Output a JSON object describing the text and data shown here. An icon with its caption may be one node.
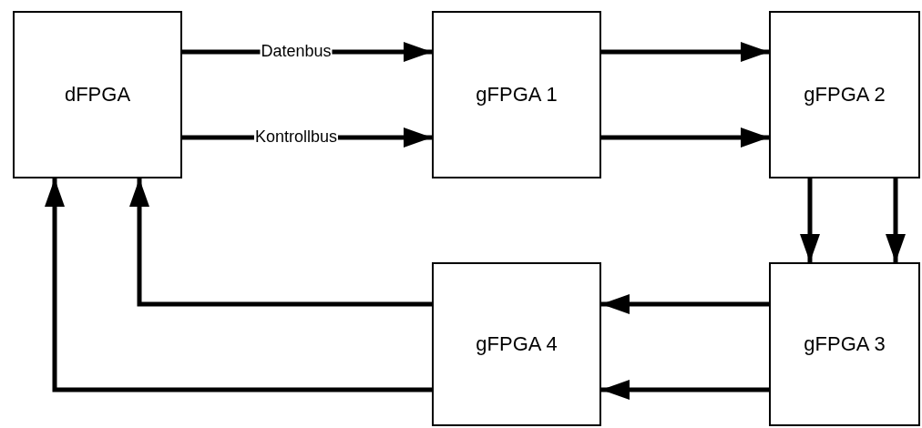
{
  "diagram": {
    "nodes": [
      {
        "text": [
          "dFPGA"
        ]
      },
      {
        "text": [
          "gFPGA 1"
        ]
      },
      {
        "text": [
          "gFPGA 2"
        ]
      },
      {
        "text": [
          "gFPGA 3"
        ]
      },
      {
        "text": [
          "gFPGA 4"
        ]
      }
    ],
    "edges": [
      {
        "from": 0,
        "to": 1,
        "arrow": "to",
        "label": "Datenbus"
      },
      {
        "from": 0,
        "to": 1,
        "arrow": "to",
        "label": "Kontrollbus"
      },
      {
        "from": 1,
        "to": 2,
        "arrow": "to"
      },
      {
        "from": 1,
        "to": 2,
        "arrow": "to"
      },
      {
        "from": 2,
        "to": 3,
        "arrow": "to"
      },
      {
        "from": 2,
        "to": 3,
        "arrow": "to"
      },
      {
        "from": 3,
        "to": 4,
        "arrow": "to"
      },
      {
        "from": 3,
        "to": 4,
        "arrow": "to"
      },
      {
        "from": 4,
        "to": 0,
        "arrow": "to"
      },
      {
        "from": 4,
        "to": 0,
        "arrow": "to"
      }
    ]
  }
}
